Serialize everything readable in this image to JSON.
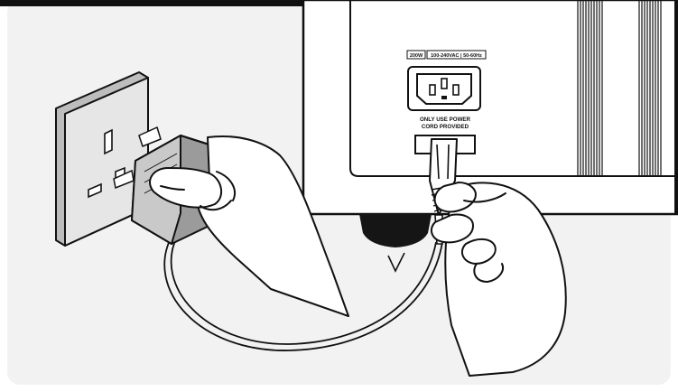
{
  "device_panel": {
    "wattage_label": "200W",
    "voltage_label": "100-240VAC | 50-60Hz",
    "warning_line1": "ONLY USE POWER",
    "warning_line2": "CORD PROVIDED"
  },
  "icons": {
    "wall_socket": "uk-wall-socket-icon",
    "power_inlet": "iec-c14-inlet-icon",
    "plug": "uk-plug-icon",
    "connector": "iec-c13-connector-icon"
  },
  "colors": {
    "background": "#f2f2f2",
    "frame": "#ffffff",
    "line": "#111111",
    "device_body": "#ffffff",
    "socket_face": "#e6e6e6",
    "socket_side": "#bdbdbd",
    "plug_body": "#9b9b9b",
    "plug_face": "#c9c9c9",
    "foot": "#151515"
  }
}
